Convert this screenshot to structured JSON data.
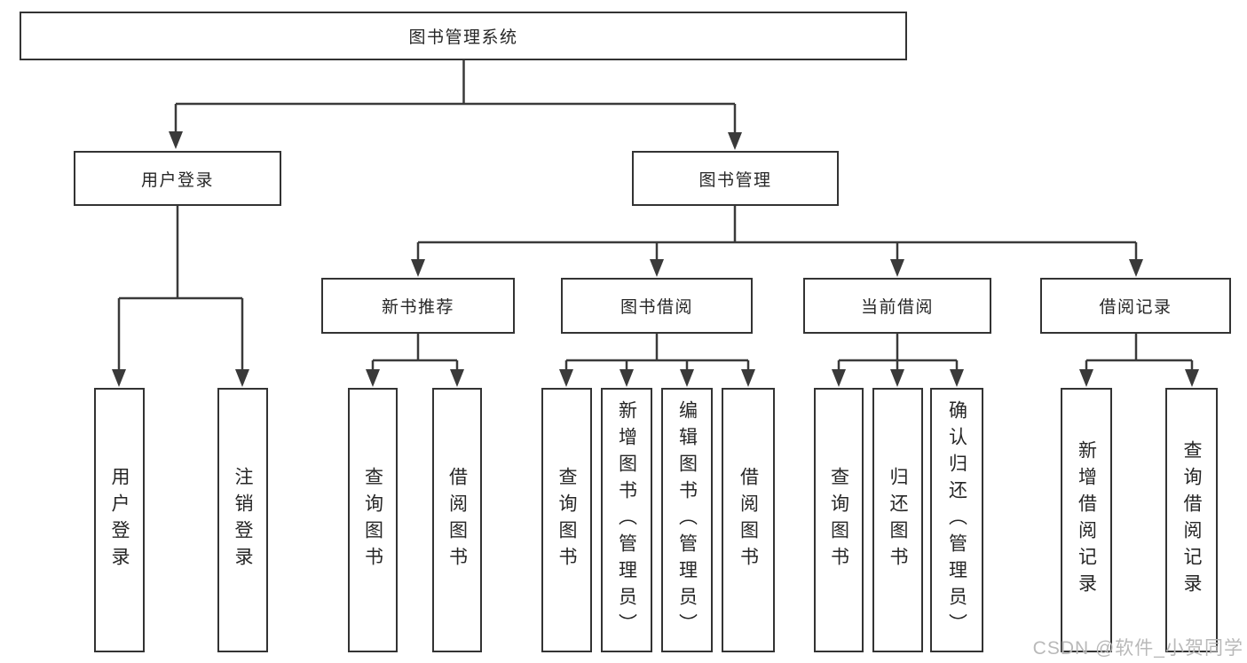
{
  "diagram": {
    "type": "tree",
    "orientation": "top-down"
  },
  "colors": {
    "line": "#3a3a3a",
    "border": "#333333",
    "text": "#262626",
    "background": "#ffffff",
    "watermark": "#b9b9b9"
  },
  "tree": {
    "label": "图书管理系统",
    "children": [
      {
        "label": "用户登录",
        "children": [
          {
            "label": "用户登录"
          },
          {
            "label": "注销登录"
          }
        ]
      },
      {
        "label": "图书管理",
        "children": [
          {
            "label": "新书推荐",
            "children": [
              {
                "label": "查询图书"
              },
              {
                "label": "借阅图书"
              }
            ]
          },
          {
            "label": "图书借阅",
            "children": [
              {
                "label": "查询图书"
              },
              {
                "label": "新增图书（管理员）"
              },
              {
                "label": "编辑图书（管理员）"
              },
              {
                "label": "借阅图书"
              }
            ]
          },
          {
            "label": "当前借阅",
            "children": [
              {
                "label": "查询图书"
              },
              {
                "label": "归还图书"
              },
              {
                "label": "确认归还（管理员）"
              }
            ]
          },
          {
            "label": "借阅记录",
            "children": [
              {
                "label": "新增借阅记录"
              },
              {
                "label": "查询借阅记录"
              }
            ]
          }
        ]
      }
    ]
  },
  "watermark": {
    "text": "CSDN @软件_小贺同学"
  }
}
